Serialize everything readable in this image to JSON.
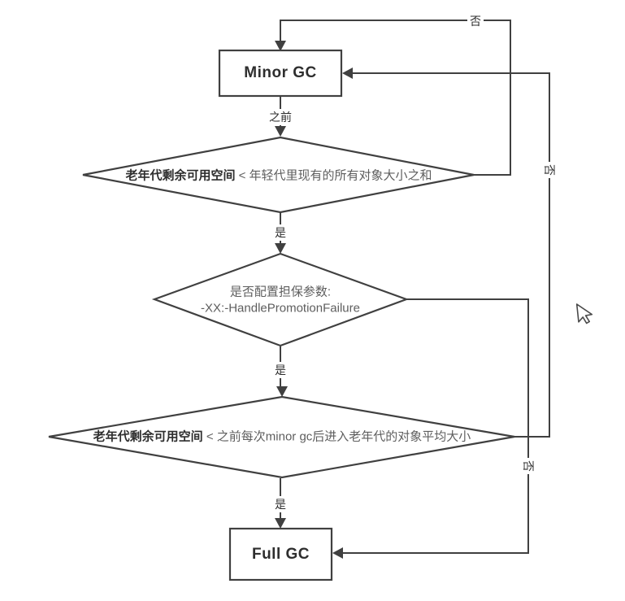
{
  "diagram": {
    "nodes": {
      "minor_gc": {
        "label": "Minor GC"
      },
      "decision_old_gen_vs_young_sum": {
        "label_emphasis": "老年代剩余可用空间",
        "label_rest": " < 年轻代里现有的所有对象大小之和"
      },
      "decision_handle_promotion_failure": {
        "label_line1": "是否配置担保参数:",
        "label_line2": "-XX:-HandlePromotionFailure"
      },
      "decision_old_gen_vs_avg_promoted": {
        "label_emphasis": "老年代剩余可用空间",
        "label_rest": " < 之前每次minor gc后进入老年代的对象平均大小"
      },
      "full_gc": {
        "label": "Full GC"
      }
    },
    "edge_labels": {
      "before_minor_gc": "之前",
      "yes_1": "是",
      "yes_2": "是",
      "yes_3": "是",
      "no_to_minor_gc_top": "否",
      "no_to_minor_gc_side": "否",
      "no_to_full_gc": "否"
    },
    "colors": {
      "line": "#404040",
      "node_border": "#404040",
      "node_fill": "#ffffff",
      "text_strong": "#2e2e2e",
      "text_muted": "#5e5e5e",
      "background": "#ffffff"
    }
  }
}
